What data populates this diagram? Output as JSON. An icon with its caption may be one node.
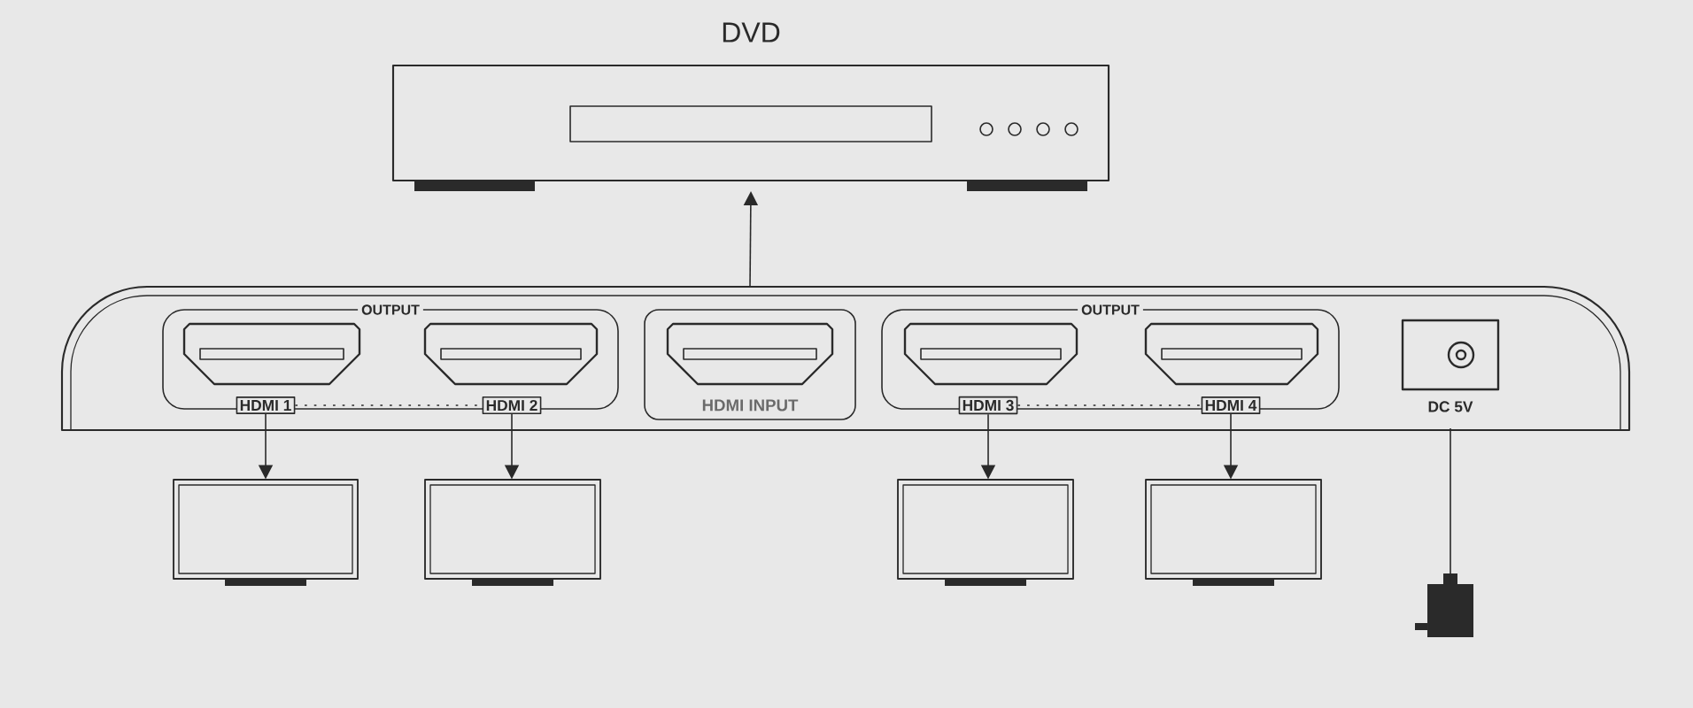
{
  "diagram": {
    "nodes": [
      {
        "text": [
          "DVD"
        ]
      },
      {
        "text": [],
        "shape": "box"
      },
      {
        "text": [
          "OUTPUT"
        ],
        "in": 1
      },
      {
        "text": [
          "HDMI 1"
        ],
        "in": 2
      },
      {
        "text": [
          "HDMI 2"
        ],
        "in": 2
      },
      {
        "text": [
          "HDMI INPUT"
        ],
        "in": 1
      },
      {
        "text": [
          "OUTPUT"
        ],
        "in": 1
      },
      {
        "text": [
          "HDMI 3"
        ],
        "in": 6
      },
      {
        "text": [
          "HDMI 4"
        ],
        "in": 6
      },
      {
        "text": [
          "DC 5V"
        ],
        "in": 1
      },
      {
        "text": [],
        "shape": "screen"
      },
      {
        "text": [],
        "shape": "screen"
      },
      {
        "text": [],
        "shape": "screen"
      },
      {
        "text": [],
        "shape": "screen"
      },
      {
        "text": [],
        "shape": "plug"
      }
    ],
    "edges": [
      {
        "from": 5,
        "to": 0,
        "arrow": "to"
      },
      {
        "from": 3,
        "to": 4,
        "arrow": "none",
        "style": "dashed"
      },
      {
        "from": 7,
        "to": 8,
        "arrow": "none",
        "style": "dashed"
      },
      {
        "from": 3,
        "to": 10,
        "arrow": "to"
      },
      {
        "from": 4,
        "to": 11,
        "arrow": "to"
      },
      {
        "from": 7,
        "to": 12,
        "arrow": "to"
      },
      {
        "from": 8,
        "to": 13,
        "arrow": "to"
      },
      {
        "from": 9,
        "to": 14,
        "arrow": "none"
      }
    ]
  }
}
